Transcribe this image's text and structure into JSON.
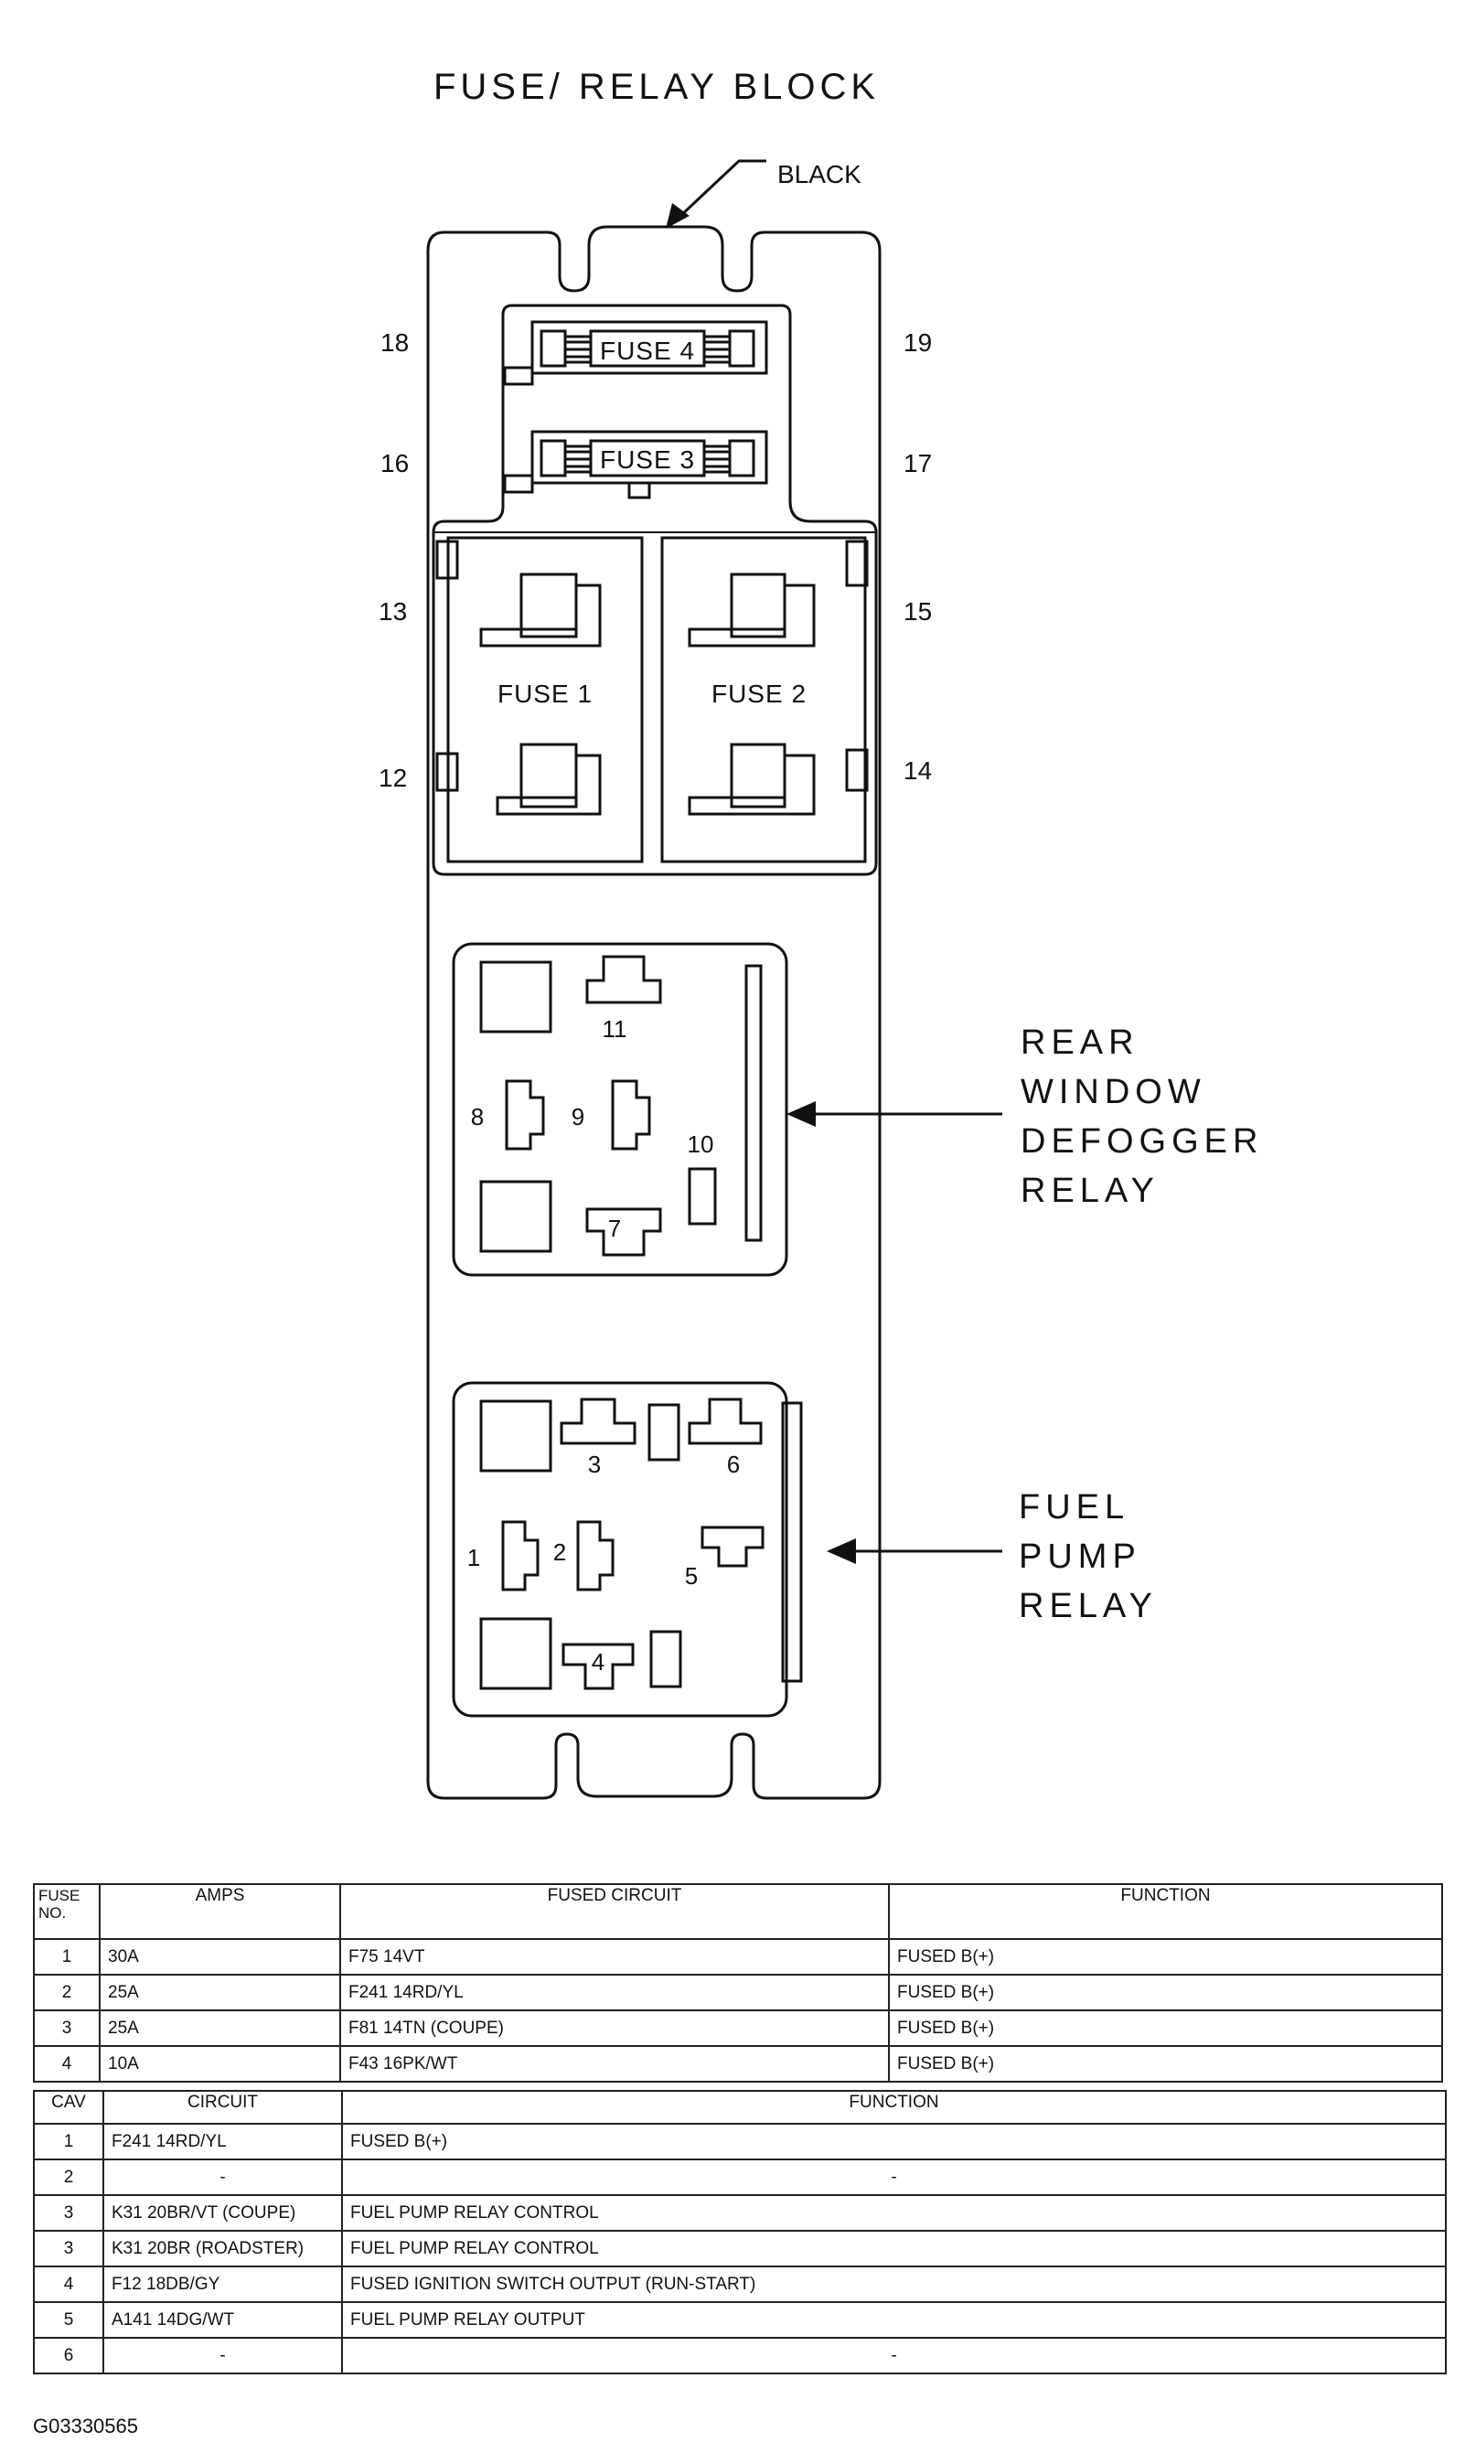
{
  "diagram": {
    "title": "FUSE/ RELAY BLOCK",
    "connector_color_label": "BLACK",
    "callouts": {
      "rear_defogger": [
        "REAR",
        "WINDOW",
        "DEFOGGER",
        "RELAY"
      ],
      "fuel_pump": [
        "FUEL",
        "PUMP",
        "RELAY"
      ]
    },
    "fuse_labels": {
      "fuse1": "FUSE 1",
      "fuse2": "FUSE 2",
      "fuse3": "FUSE 3",
      "fuse4": "FUSE 4"
    },
    "terminal_numbers": {
      "t12": "12",
      "t13": "13",
      "t14": "14",
      "t15": "15",
      "t16": "16",
      "t17": "17",
      "t18": "18",
      "t19": "19"
    },
    "defogger_cavities": {
      "c7": "7",
      "c8": "8",
      "c9": "9",
      "c10": "10",
      "c11": "11"
    },
    "fuel_pump_cavities": {
      "c1": "1",
      "c2": "2",
      "c3": "3",
      "c4": "4",
      "c5": "5",
      "c6": "6"
    }
  },
  "fuse_table": {
    "headers": {
      "fuse_no": "FUSE NO.",
      "amps": "AMPS",
      "fused_circuit": "FUSED CIRCUIT",
      "function": "FUNCTION"
    },
    "rows": [
      {
        "fuse_no": "1",
        "amps": "30A",
        "fused_circuit": "F75 14VT",
        "function": "FUSED B(+)"
      },
      {
        "fuse_no": "2",
        "amps": "25A",
        "fused_circuit": "F241 14RD/YL",
        "function": "FUSED B(+)"
      },
      {
        "fuse_no": "3",
        "amps": "25A",
        "fused_circuit": "F81 14TN (COUPE)",
        "function": "FUSED B(+)"
      },
      {
        "fuse_no": "4",
        "amps": "10A",
        "fused_circuit": "F43 16PK/WT",
        "function": "FUSED B(+)"
      }
    ]
  },
  "cavity_table": {
    "headers": {
      "cav": "CAV",
      "circuit": "CIRCUIT",
      "function": "FUNCTION"
    },
    "rows": [
      {
        "cav": "1",
        "circuit": "F241 14RD/YL",
        "function": "FUSED B(+)"
      },
      {
        "cav": "2",
        "circuit": "-",
        "function": "-"
      },
      {
        "cav": "3",
        "circuit": "K31 20BR/VT (COUPE)",
        "function": "FUEL PUMP RELAY CONTROL"
      },
      {
        "cav": "3",
        "circuit": "K31 20BR (ROADSTER)",
        "function": "FUEL PUMP RELAY CONTROL"
      },
      {
        "cav": "4",
        "circuit": "F12 18DB/GY",
        "function": "FUSED IGNITION SWITCH OUTPUT (RUN-START)"
      },
      {
        "cav": "5",
        "circuit": "A141 14DG/WT",
        "function": "FUEL PUMP RELAY OUTPUT"
      },
      {
        "cav": "6",
        "circuit": "-",
        "function": "-"
      }
    ]
  },
  "figure_id": "G03330565"
}
